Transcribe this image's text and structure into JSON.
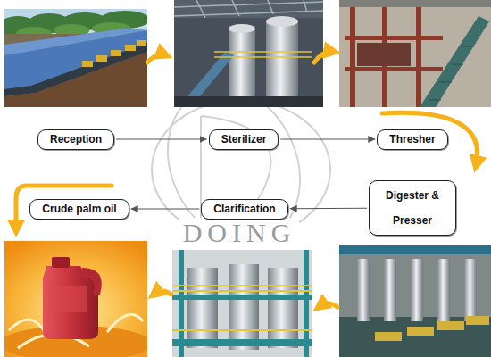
{
  "diagram": {
    "nodes": [
      {
        "text": [
          "Reception"
        ]
      },
      {
        "text": [
          "Sterilizer"
        ]
      },
      {
        "text": [
          "Thresher"
        ]
      },
      {
        "text": [
          "Digester & Presser"
        ]
      },
      {
        "text": [
          "Clarification"
        ]
      },
      {
        "text": [
          "Crude palm oil"
        ]
      }
    ],
    "edges": [
      {
        "from": 0,
        "to": 1,
        "arrow": "to"
      },
      {
        "from": 1,
        "to": 2,
        "arrow": "to"
      },
      {
        "from": 3,
        "to": 4,
        "arrow": "to"
      },
      {
        "from": 4,
        "to": 5,
        "arrow": "to"
      }
    ],
    "labels": [
      "DOING"
    ]
  }
}
